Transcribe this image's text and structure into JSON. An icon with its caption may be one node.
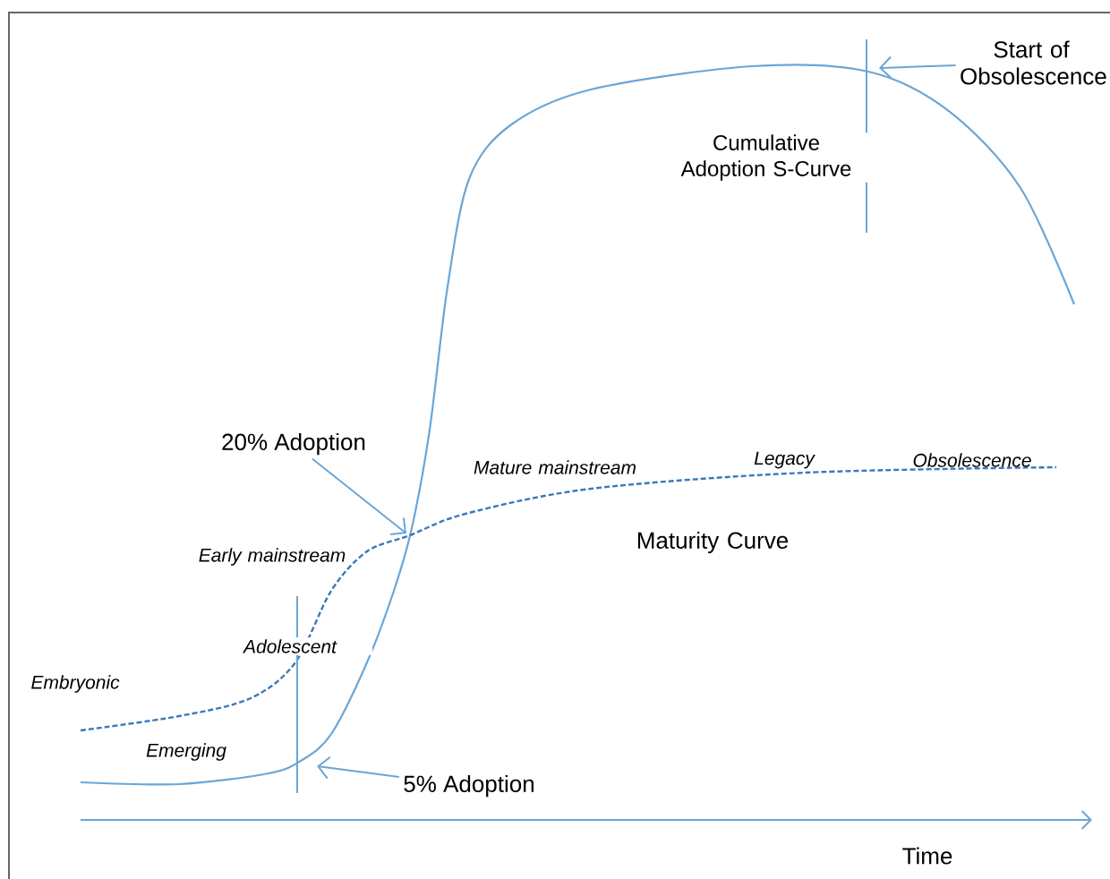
{
  "diagram": {
    "nodes": [
      {
        "text": [
          "Start of Obsolescence"
        ]
      },
      {
        "text": [
          "20% Adoption"
        ]
      },
      {
        "text": [
          "5% Adoption"
        ]
      }
    ],
    "edges": [
      {
        "from": 0,
        "to": null,
        "arrow": "to"
      },
      {
        "from": 1,
        "to": null,
        "arrow": "to"
      },
      {
        "from": 2,
        "to": null,
        "arrow": "to"
      }
    ],
    "labels": [
      "Cumulative Adoption S-Curve",
      "Mature mainstream",
      "Legacy",
      "Obsolescence",
      "Maturity Curve",
      "Early mainstream",
      "Adolescent",
      "Embryonic",
      "Emerging",
      "Time"
    ]
  }
}
